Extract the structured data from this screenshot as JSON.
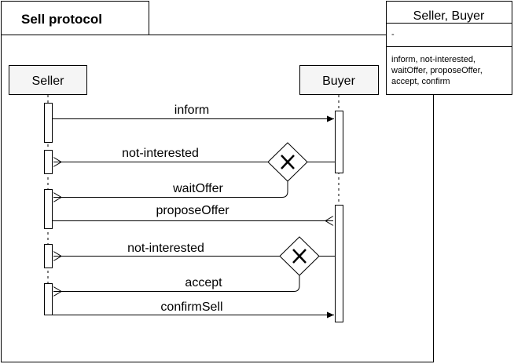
{
  "frame": {
    "title": "Sell protocol"
  },
  "lifelines": {
    "seller": {
      "label": "Seller"
    },
    "buyer": {
      "label": "Buyer"
    }
  },
  "messages": {
    "m1": "inform",
    "m2": "not-interested",
    "m3": "waitOffer",
    "m4": "proposeOffer",
    "m5": "not-interested",
    "m6": "accept",
    "m7": "confirmSell"
  },
  "class_box": {
    "title": "Seller, Buyer",
    "attributes": "-",
    "operations": [
      "inform, not-interested,",
      "waitOffer, proposeOffer,",
      "accept, confirm"
    ]
  }
}
